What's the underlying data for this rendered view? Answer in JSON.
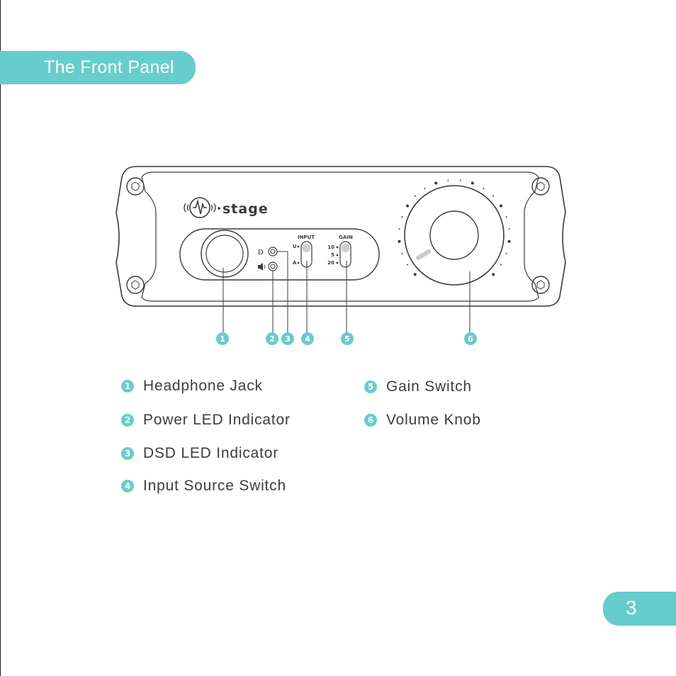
{
  "section_title": "The Front Panel",
  "page_number": "3",
  "device": {
    "logo_text": "stage",
    "dsd_label": "D",
    "input_switch": {
      "title": "INPUT",
      "positions": [
        "U",
        "A"
      ]
    },
    "gain_switch": {
      "title": "GAIN",
      "positions": [
        "10",
        "5",
        "20"
      ]
    }
  },
  "callouts": [
    "1",
    "2",
    "3",
    "4",
    "5",
    "6"
  ],
  "legend": [
    {
      "number": "1",
      "label": "Headphone Jack"
    },
    {
      "number": "2",
      "label": "Power LED Indicator"
    },
    {
      "number": "3",
      "label": "DSD LED Indicator"
    },
    {
      "number": "4",
      "label": "Input Source Switch"
    },
    {
      "number": "5",
      "label": "Gain Switch"
    },
    {
      "number": "6",
      "label": "Volume Knob"
    }
  ],
  "colors": {
    "accent": "#66cdcc",
    "line": "#3a3a3a",
    "text": "#3d3d3d"
  },
  "icons": [
    "waveform-logo-icon",
    "speaker-icon",
    "screw-icon"
  ]
}
